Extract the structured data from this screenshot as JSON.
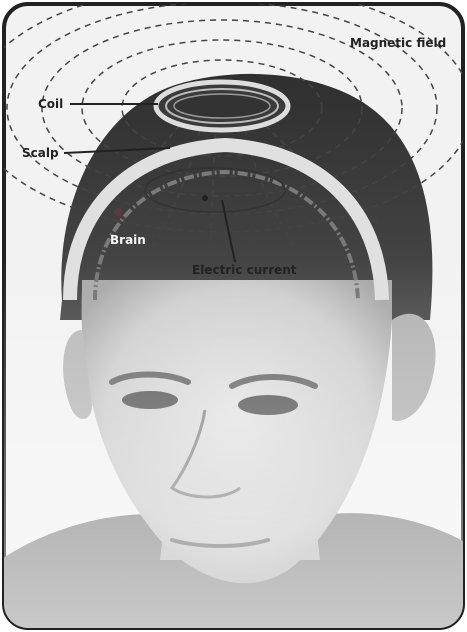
{
  "labels": {
    "magnetic_field": "Magnetic field",
    "coil": "Coil",
    "scalp": "Scalp",
    "brain": "Brain",
    "electric_current": "Electric current"
  },
  "icons": {
    "head_illustration": "head-photo-illustration",
    "coil": "coil-ring-icon"
  },
  "colors": {
    "frame": "#222222",
    "background": "#f2f2f2",
    "hair": "#3a3a3a",
    "skin": "#c9c9c9",
    "field_lines": "#444444",
    "brain_layer": "#7a7a7a"
  }
}
